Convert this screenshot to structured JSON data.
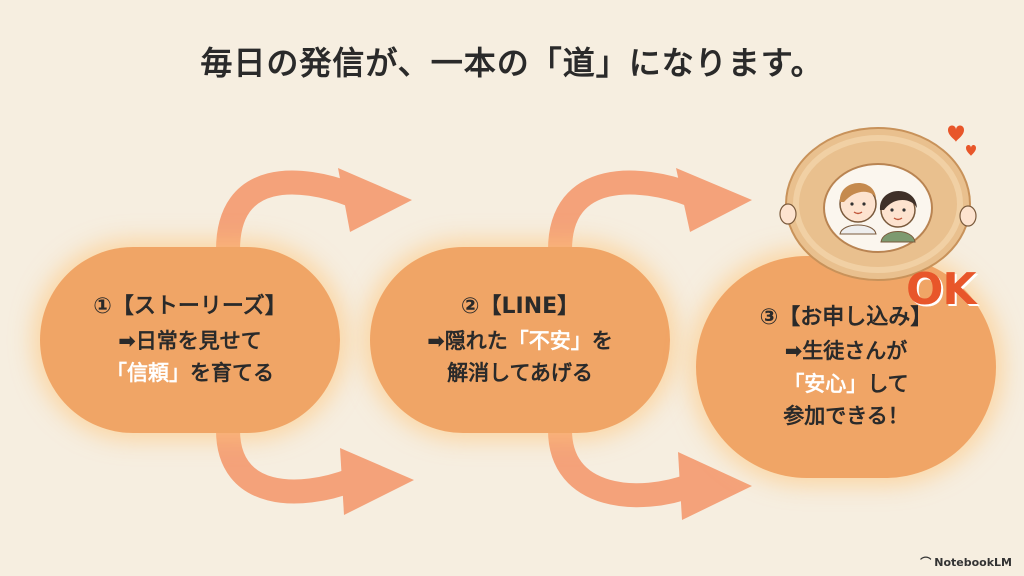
{
  "title": "毎日の発信が、一本の「道」になります。",
  "steps": [
    {
      "heading": "①【ストーリーズ】",
      "line1": "➡日常を見せて",
      "line2a": "「信頼」",
      "line2b": "を育てる"
    },
    {
      "heading": "②【LINE】",
      "line1a": "➡隠れた",
      "line1b": "「不安」",
      "line1c": "を",
      "line2": "解消してあげる"
    },
    {
      "heading": "③【お申し込み】",
      "line1": "➡生徒さんが",
      "line2a": "「安心」",
      "line2b": "して",
      "line3": "参加できる！"
    }
  ],
  "badge": "OK",
  "brand": "NotebookLM",
  "colors": {
    "background": "#f6eee0",
    "pill": "#f0a566",
    "arrow": "#f4a27a",
    "highlight": "#ffffff",
    "ok": "#e8562a",
    "heart": "#e8562a"
  }
}
